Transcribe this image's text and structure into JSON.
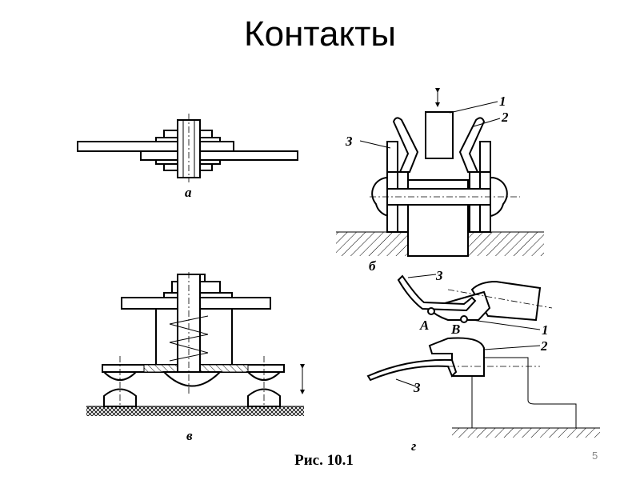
{
  "slide": {
    "title": "Контакты",
    "caption": "Рис. 10.1",
    "page_number": "5"
  },
  "figure": {
    "panels": {
      "a": {
        "label": "а"
      },
      "b": {
        "label": "б",
        "callouts": [
          "1",
          "2",
          "3"
        ]
      },
      "v": {
        "label": "в"
      },
      "g": {
        "label": "г",
        "callouts_top": [
          "3",
          "1"
        ],
        "points": [
          "A",
          "B"
        ],
        "callouts_bottom": [
          "2",
          "3"
        ]
      }
    }
  }
}
